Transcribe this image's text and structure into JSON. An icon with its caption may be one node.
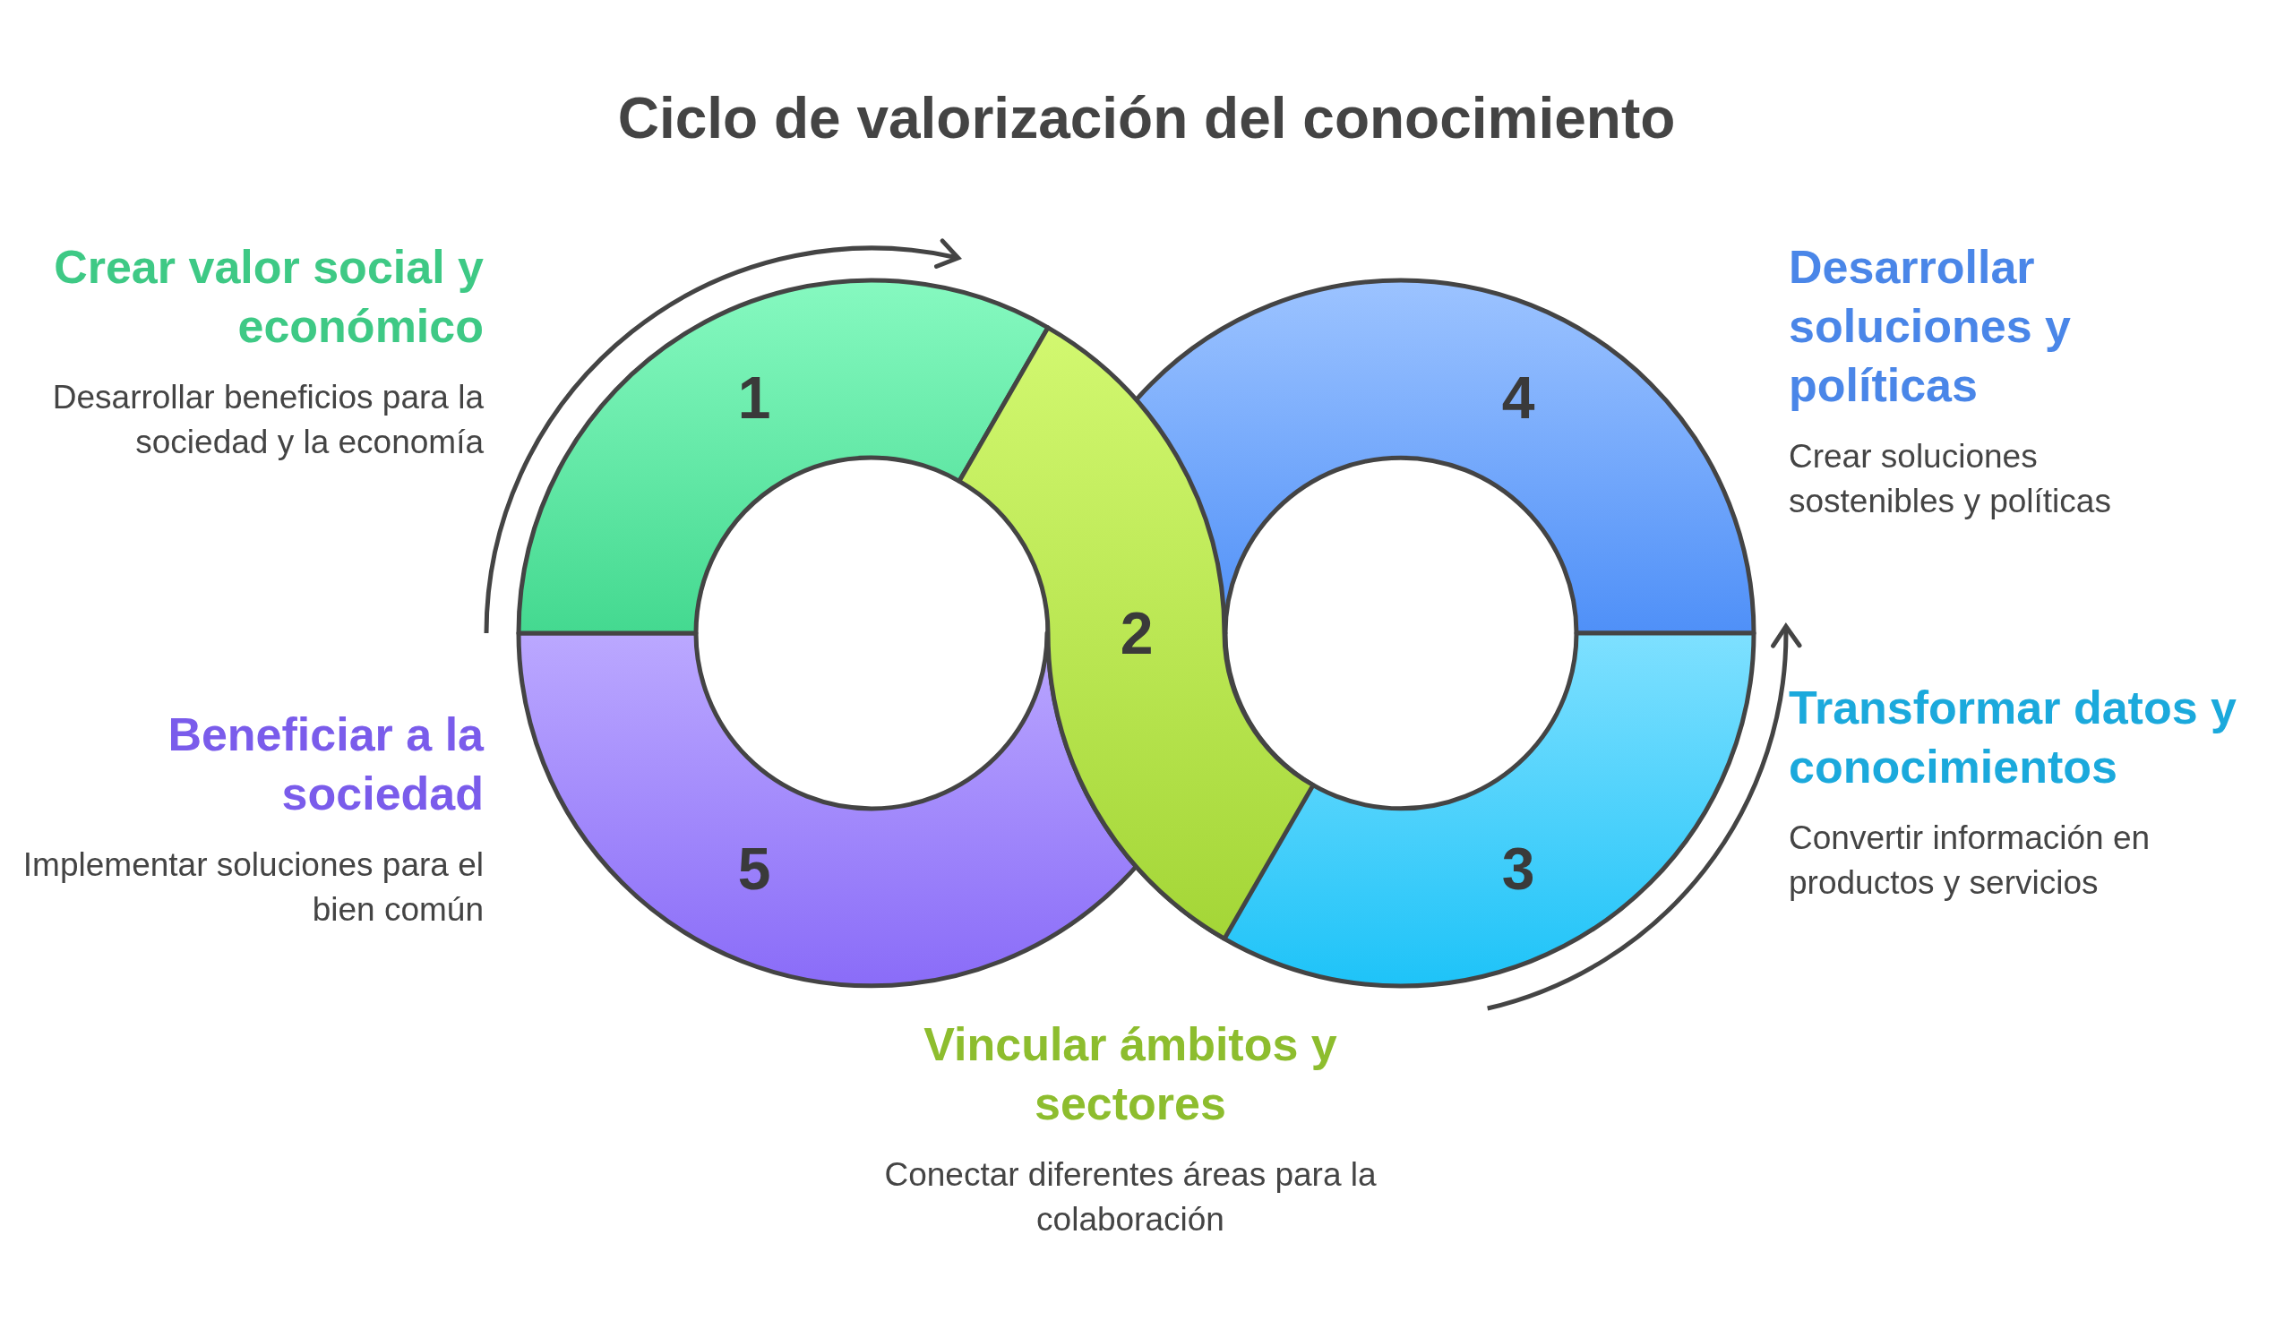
{
  "diagram": {
    "title": "Ciclo de valorización del conocimiento",
    "nodes": [
      {
        "text": [
          "1"
        ],
        "beside": [
          "Crear valor social y económico",
          "Desarrollar beneficios para la sociedad y la economía"
        ]
      },
      {
        "text": [
          "2"
        ],
        "beside": [
          "Vincular ámbitos y sectores",
          "Conectar diferentes áreas para la colaboración"
        ]
      },
      {
        "text": [
          "3"
        ],
        "beside": [
          "Transformar datos y conocimientos",
          "Convertir información en productos y servicios"
        ]
      },
      {
        "text": [
          "4"
        ],
        "beside": [
          "Desarrollar soluciones y políticas",
          "Crear soluciones sostenibles y políticas"
        ]
      },
      {
        "text": [
          "5"
        ],
        "beside": [
          "Beneficiar a la sociedad",
          "Implementar soluciones para el bien común"
        ]
      }
    ]
  }
}
